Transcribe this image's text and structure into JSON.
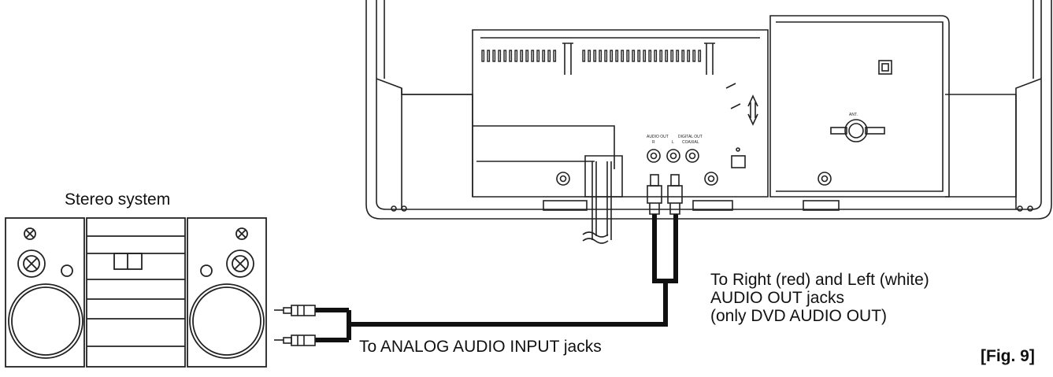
{
  "labels": {
    "stereo_system": "Stereo system",
    "output_line1": "To Right (red) and Left (white)",
    "output_line2": "AUDIO OUT jacks",
    "output_line3": "(only DVD AUDIO OUT)",
    "input_jacks": "To ANALOG AUDIO INPUT jacks",
    "figure": "[Fig. 9]"
  },
  "panel_labels": {
    "audio_out": "AUDIO OUT",
    "digital_out": "DIGITAL OUT",
    "r": "R",
    "l": "L",
    "coaxial": "COAXIAL",
    "antenna": "ANT."
  },
  "icons": [
    "speaker-icon",
    "rca-plug-icon",
    "antenna-jack-icon",
    "power-connector-icon"
  ]
}
